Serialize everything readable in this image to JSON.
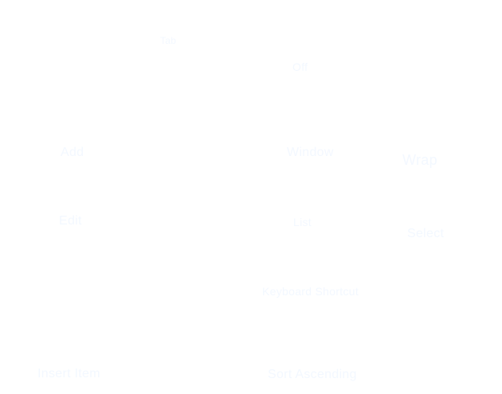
{
  "labels": {
    "top_small": "Tab",
    "top_center": "Off",
    "left_upper": "Add",
    "center_upper": "Window",
    "right_upper": "Wrap",
    "left_middle": "Edit",
    "center_middle": "List",
    "right_middle": "Select",
    "center_lower": "Keyboard Shortcut",
    "bottom_left": "Insert Item",
    "bottom_center": "Sort Ascending"
  },
  "colors": {
    "background": "#ffffff",
    "text": "#f3f8ff"
  }
}
